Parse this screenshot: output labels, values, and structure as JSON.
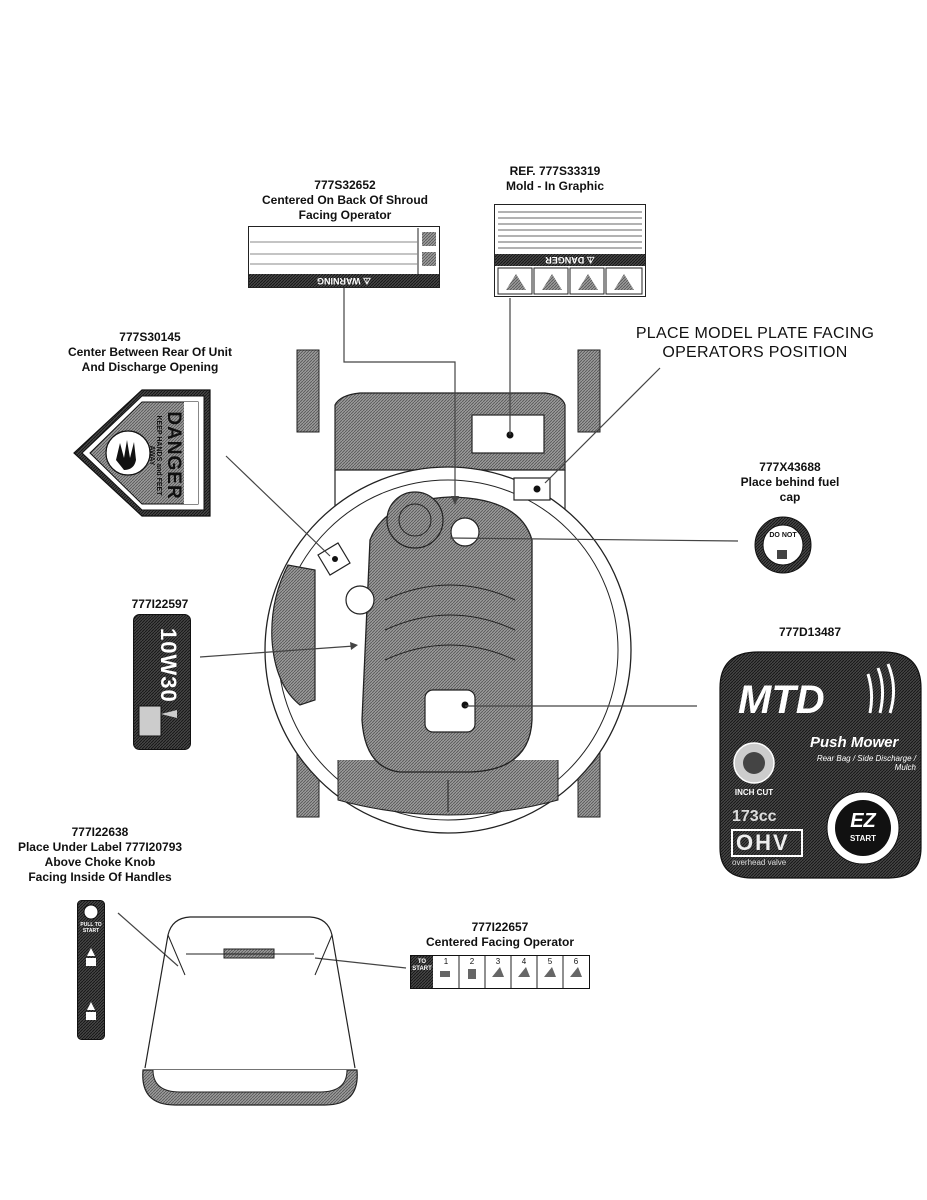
{
  "labels": {
    "l32652": {
      "part": "777S32652",
      "lines": [
        "Centered On Back Of Shroud",
        "Facing Operator"
      ]
    },
    "l33319": {
      "part": "REF. 777S33319",
      "lines": [
        "Mold - In Graphic"
      ]
    },
    "model_plate": {
      "lines": [
        "PLACE MODEL PLATE FACING",
        "OPERATORS POSITION"
      ]
    },
    "l30145": {
      "part": "777S30145",
      "lines": [
        "Center Between Rear Of Unit",
        "And Discharge Opening"
      ]
    },
    "l43688": {
      "part": "777X43688",
      "lines": [
        "Place behind fuel",
        "cap"
      ]
    },
    "l22597": {
      "part": "777I22597"
    },
    "l13487": {
      "part": "777D13487"
    },
    "l22638": {
      "part": "777I22638",
      "lines": [
        "Place Under Label 777I20793",
        "Above Choke Knob",
        "Facing Inside Of Handles"
      ]
    },
    "l22657": {
      "part": "777I22657",
      "lines": [
        "Centered Facing Operator"
      ]
    }
  },
  "decals": {
    "warning": {
      "title": "⚠ WARNING"
    },
    "danger_ref": {
      "title": "⚠ DANGER"
    },
    "danger_hands": {
      "title": "DANGER",
      "sub": "KEEP HANDS and FEET AWAY"
    },
    "oil": {
      "text": "10W30"
    },
    "fuel": {
      "text": "DO NOT"
    },
    "mtd": {
      "brand": "MTD",
      "product": "Push Mower",
      "desc": "Rear Bag / Side Discharge / Mulch",
      "size": "173cc",
      "engine": "OHV",
      "engine_sub": "overhead valve",
      "ez": "EZ",
      "ez_sub": "START",
      "cut": "INCH CUT"
    },
    "steps": {
      "start": "TO START",
      "nums": [
        "1",
        "2",
        "3",
        "4",
        "5",
        "6"
      ]
    },
    "choke": {
      "text": "PULL TO START"
    }
  },
  "colors": {
    "ink": "#111111",
    "gray": "#7a7a7a",
    "dark": "#2a2a2a"
  }
}
